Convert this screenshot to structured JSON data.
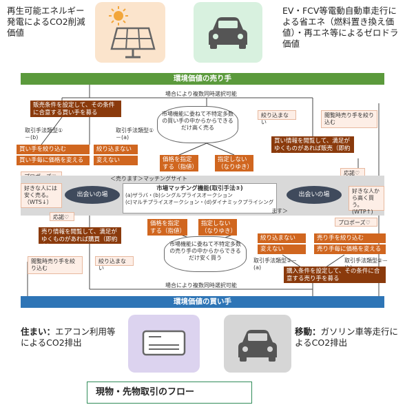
{
  "top_left_text": "再生可能エネルギー発電によるCO2削減価値",
  "top_right_text": "EV・FCV等電動自動車走行による省エネ（燃料置き換え価値）・再エネ等によるゼロドラ価値",
  "seller_banner": "環境価値の売り手",
  "buyer_banner": "環境価値の買い手",
  "note_top_multiple": "場合により複数同時選択可能",
  "note_bottom_multiple": "場合により複数同時選択可能",
  "seller_set_conditions": "販売条件を設定して、その条件に合意する買い手を募る",
  "method_1_1": "取引手法類型①－(b)",
  "method_1_2": "取引手法類型①－(a)",
  "narrow_buyers": "買い手を絞り込む",
  "change_price_per_buyer": "買い手毎に価格を変える",
  "no_narrow_1": "絞り込まない",
  "no_change_1": "変えない",
  "cloud_top": "市場機能に委ねて不特定多数の買い手の中からからできるだけ高く売る",
  "specify_price_top": "価格を指定する（指値）",
  "no_specify_top": "指定しない（なりゆき）",
  "no_narrow_top_right": "絞り込まない",
  "browsing_top": "閲覧時売り手を絞り込む",
  "buy_info_top": "買い情報を閲覧して、満足がゆくものがあれば販売（即約定）",
  "propose_left": "プロポーズ♡",
  "desired_left": "好きな人には安く売る。（WTS↓）",
  "meet_left": "出会いの場",
  "sell_matching": "＜売ります＞マッチングサイト",
  "market_title": "市場マッチング機能(取引手法③)",
  "market_line1": "(a)ザラバ・(b)シングルプライスオークション",
  "market_line2": "(c)マルチプライスオークション・(d)ダイナミックプライシング",
  "buy_suffix": "ます＞",
  "meet_right": "出会いの場",
  "answer_right": "応諾♡",
  "desired_right": "好きな人から高く買う。(WTP↑)",
  "propose_right": "プロポーズ♡",
  "answer_left": "応諾♡",
  "sell_info_bottom": "売り情報を閲覧して、満足がゆくものがあれば購買（即約定）",
  "browsing_bottom": "閲覧時売り手を絞り込む",
  "no_narrow_bottom_left": "絞り込まない",
  "specify_price_bottom": "価格を指定する（指値）",
  "no_specify_bottom": "指定しない（なりゆき）",
  "cloud_bottom": "市場機能に委ねて不特定多数の売り手の中からからできるだけ安く買う",
  "no_narrow_2": "絞り込まない",
  "no_change_2": "変えない",
  "narrow_sellers": "売り手を絞り込む",
  "change_price_per_seller": "売り手毎に価格を変える",
  "method_2_1": "取引手法類型②－(a)",
  "method_2_2": "取引手法類型②－(b)",
  "buyer_set_conditions": "購入条件を設定して、その条件に合意する売り手を募る",
  "home_bold": "住まい：",
  "home_text": "エアコン利用等によるCO2排出",
  "mobility_bold": "移動：",
  "mobility_text": "ガソリン車等走行によるCO2排出",
  "flow_title": "現物・先物取引のフロー",
  "colors": {
    "green": "#5b9a3c",
    "blue": "#2e75b6",
    "brown": "#8a3a0c",
    "orange": "#d0661f",
    "pink": "#fdeee6"
  }
}
